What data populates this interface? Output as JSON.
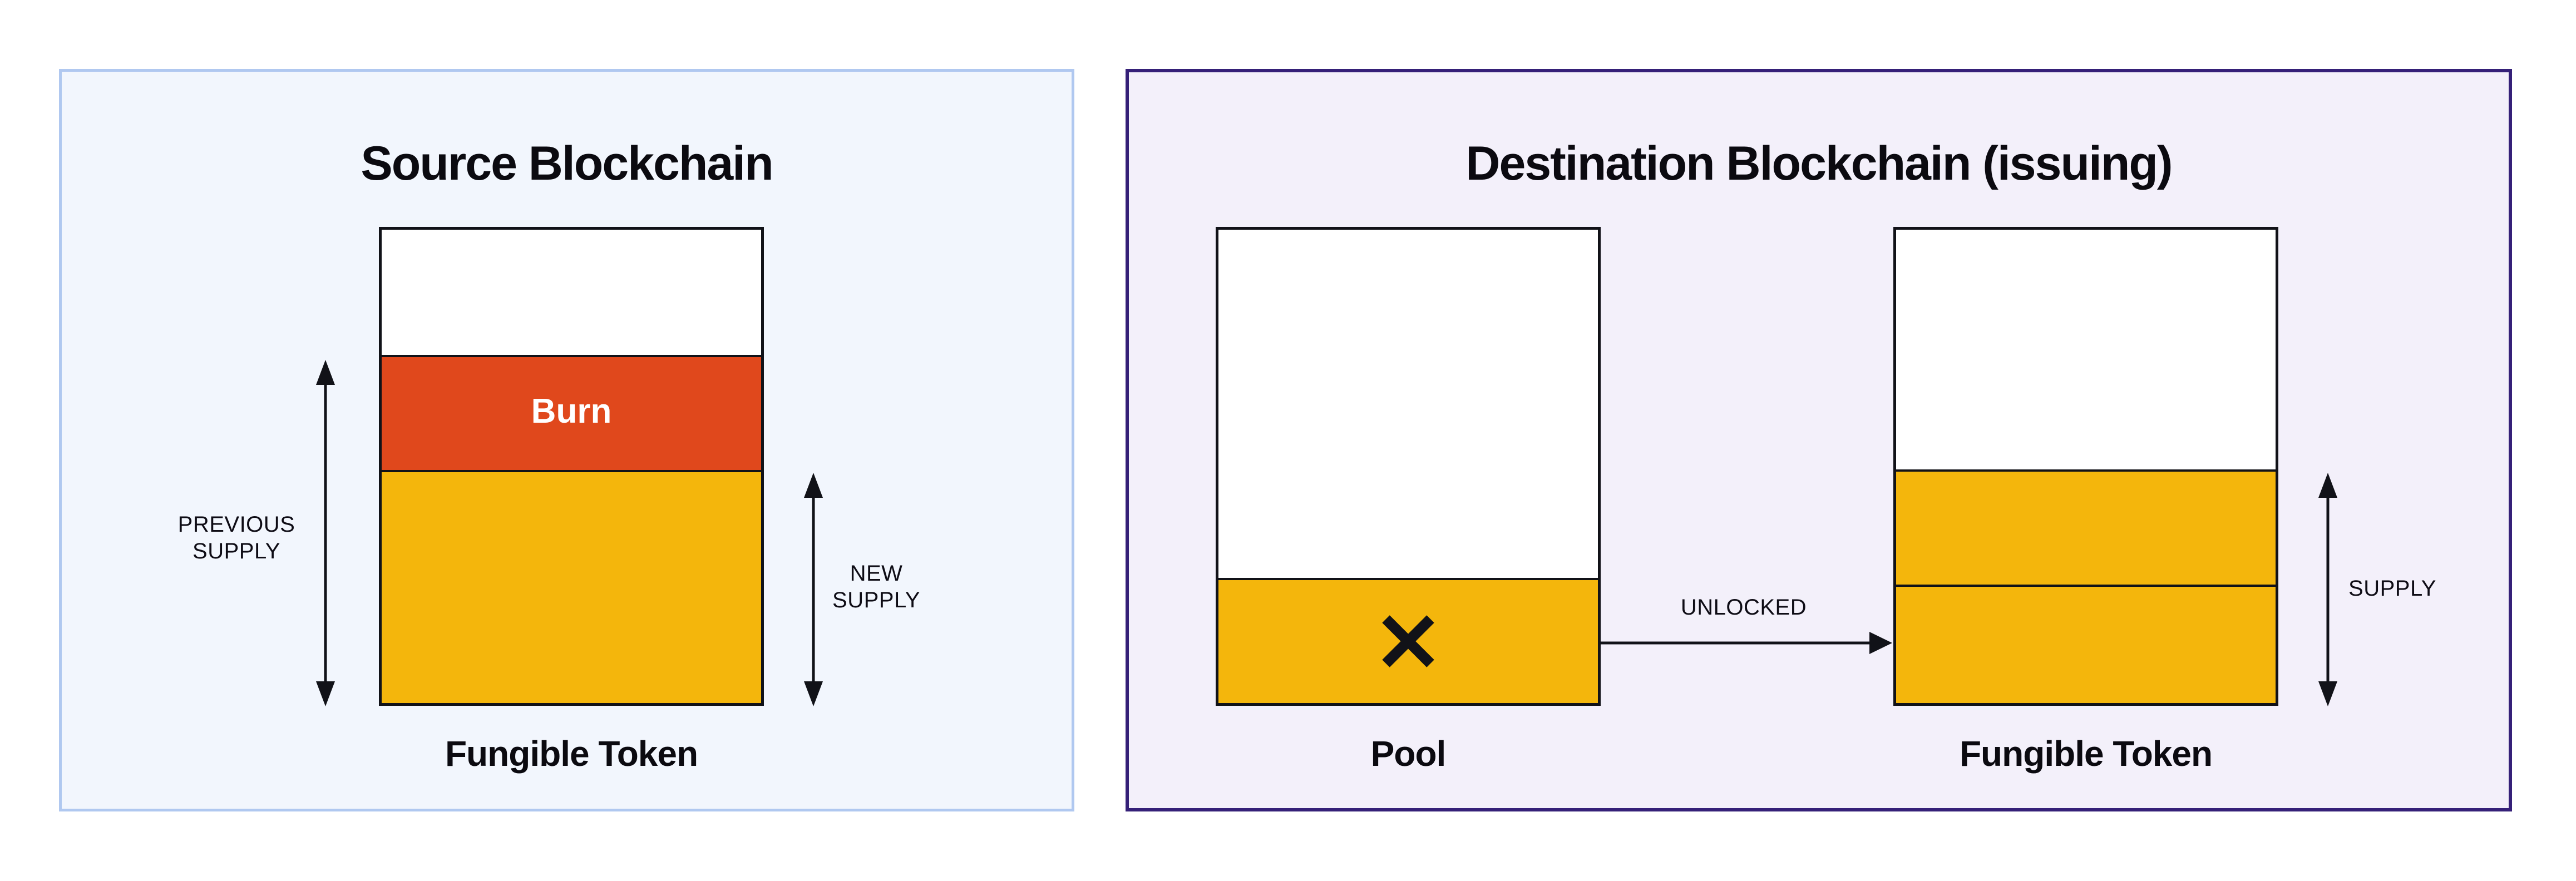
{
  "page": {
    "background": "#FFFFFF"
  },
  "colors": {
    "source_panel_background": "#F2F6FD",
    "source_panel_border": "#B0C8F0",
    "destination_panel_background": "#F3F0FA",
    "destination_panel_border": "#352078",
    "bar_outline": "#111218",
    "token_yellow": "#F4B60C",
    "burn_orange": "#E0481C",
    "label_text": "#0E0C15",
    "burn_label_text": "#FFFFFF"
  },
  "icons": {
    "pool_cross": "✕",
    "arrow_style": "double-headed-black"
  },
  "source_panel": {
    "title": "Source Blockchain",
    "bar_label": "Fungible Token",
    "segments": [
      {
        "name": "unissued",
        "color": "#FFFFFF",
        "fraction": 0.27,
        "label": ""
      },
      {
        "name": "burn",
        "color": "#E0481C",
        "fraction": 0.24,
        "label": "Burn"
      },
      {
        "name": "new-supply",
        "color": "#F4B60C",
        "fraction": 0.49,
        "label": ""
      }
    ],
    "previous_supply_label": [
      "PREVIOUS",
      "SUPPLY"
    ],
    "new_supply_label": [
      "NEW",
      "SUPPLY"
    ]
  },
  "destination_panel": {
    "title": "Destination Blockchain (issuing)",
    "pool": {
      "label": "Pool",
      "segments": [
        {
          "name": "empty",
          "color": "#FFFFFF",
          "fraction": 0.73,
          "label": ""
        },
        {
          "name": "locked-tokens",
          "color": "#F4B60C",
          "fraction": 0.27,
          "label": "✕"
        }
      ]
    },
    "unlocked_label": "UNLOCKED",
    "token": {
      "label": "Fungible Token",
      "segments": [
        {
          "name": "unissued",
          "color": "#FFFFFF",
          "fraction": 0.51,
          "label": ""
        },
        {
          "name": "prior-supply",
          "color": "#F4B60C",
          "fraction": 0.24,
          "label": ""
        },
        {
          "name": "unlocked-supply",
          "color": "#F4B60C",
          "fraction": 0.25,
          "label": ""
        }
      ]
    },
    "supply_label": "SUPPLY"
  }
}
